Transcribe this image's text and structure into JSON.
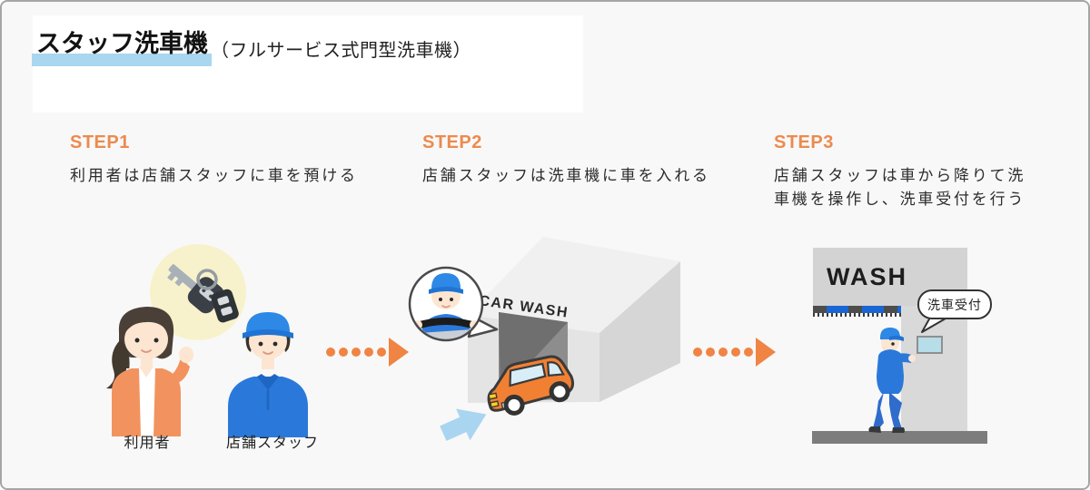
{
  "header": {
    "title": "スタッフ洗車機",
    "subtitle": "（フルサービス式門型洗車機）"
  },
  "steps": [
    {
      "label": "STEP1",
      "description": "利用者は店舗スタッフに車を預ける"
    },
    {
      "label": "STEP2",
      "description": "店舗スタッフは洗車機に車を入れる"
    },
    {
      "label": "STEP3",
      "description": "店舗スタッフは車から降りて洗車機を操作し、洗車受付を行う"
    }
  ],
  "step1_illustration": {
    "customer_label": "利用者",
    "staff_label": "店舗スタッフ"
  },
  "step2_illustration": {
    "sign_text": "CAR WASH"
  },
  "step3_illustration": {
    "sign_text": "WASH",
    "speech_bubble_text": "洗車受付"
  },
  "colors": {
    "step_accent": "#ed8a4e",
    "title_underline": "#a9d7f0",
    "flow_arrow": "#f08444",
    "staff_uniform_blue": "#2a79da",
    "staff_cap_blue": "#2d88e6",
    "customer_orange": "#f2935f",
    "car_orange": "#f18033",
    "building_gray": "#e4e4e4",
    "entrance_gray": "#8d8d8d",
    "screen_blue": "#b6dde8"
  }
}
